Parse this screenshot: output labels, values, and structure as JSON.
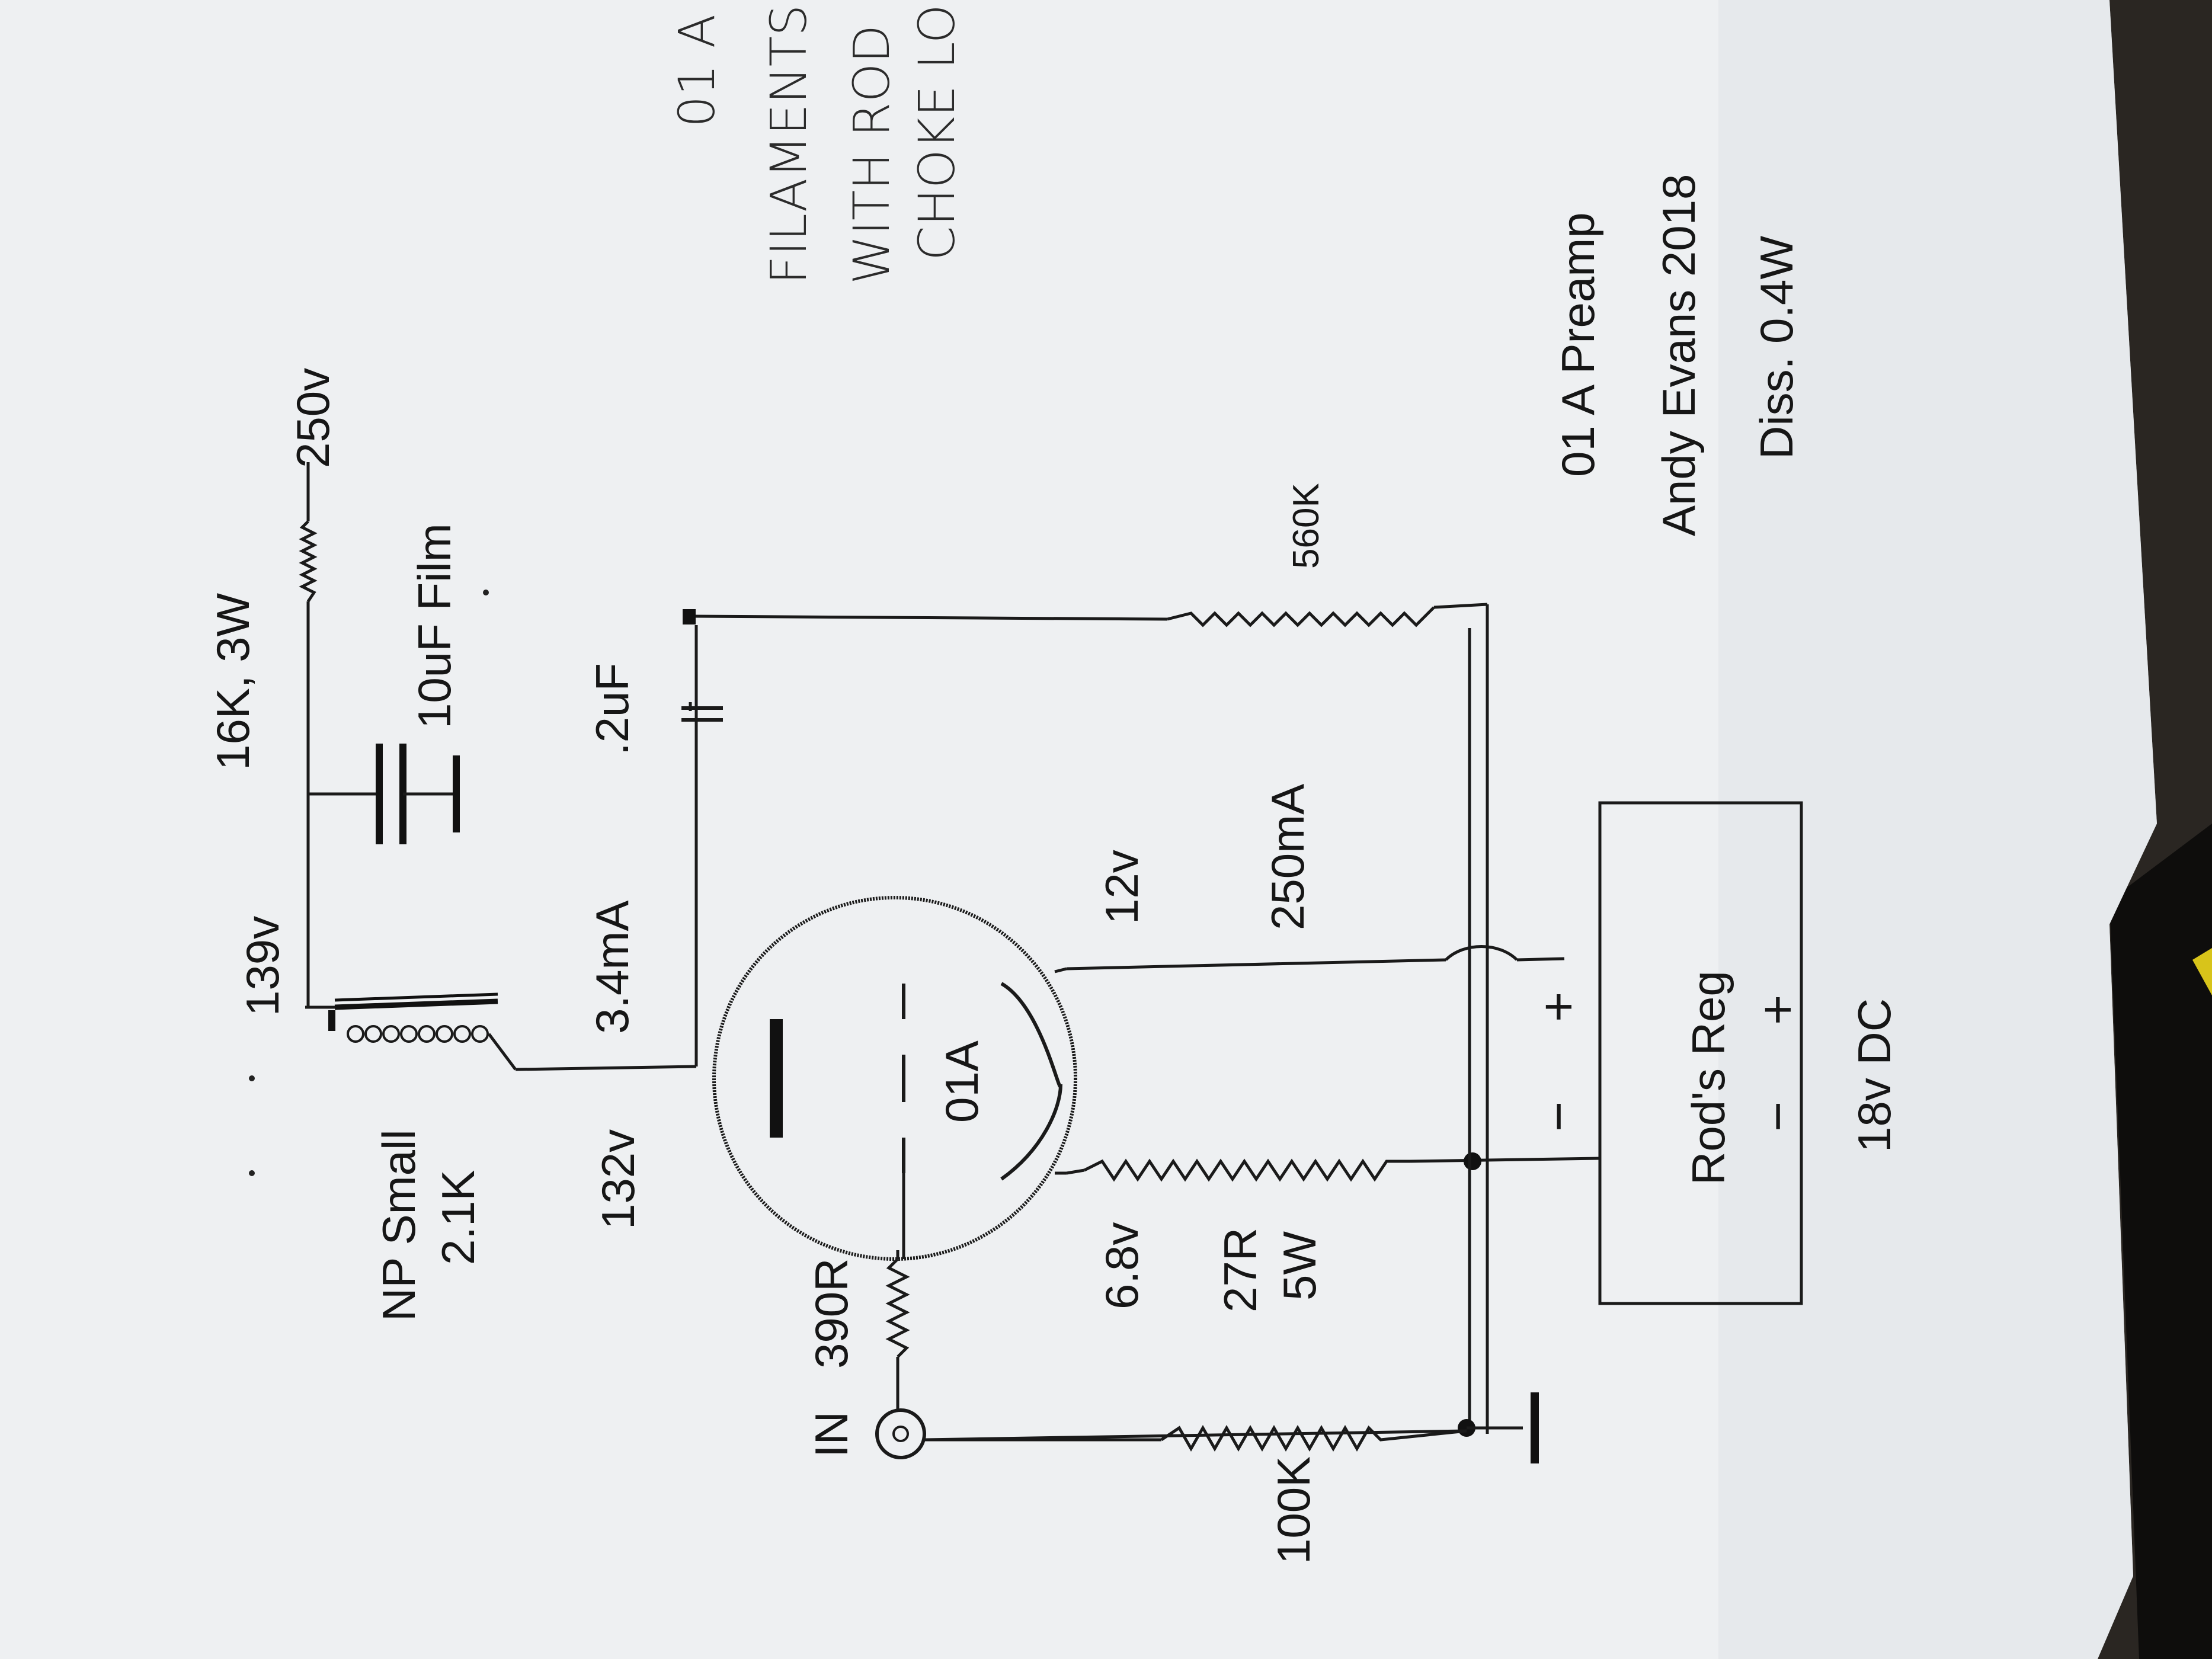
{
  "labels": {
    "v139": "139v",
    "r16k": "16K, 3W",
    "v250": "250v",
    "np_small": "NP Small",
    "np_val": "2.1K",
    "film_cap": "10uF Film",
    "v132": "132v",
    "ma34": "3.4mA",
    "c2uf": ".2uF",
    "tube": "01A",
    "v12": "12v",
    "ma250": "250mA",
    "r560k": "560K",
    "in": "IN",
    "r390": "390R",
    "v68": "6.8v",
    "r27": "27R",
    "w5": "5W",
    "r100k": "100K",
    "reg": "Rod's Reg",
    "minus_top": "−",
    "plus_top": "+",
    "minus_bot": "−",
    "plus_bot": "+",
    "dc18": "18v DC",
    "title": "01 A Preamp",
    "author": "Andy Evans 2018",
    "diss": "Diss. 0.4W"
  },
  "handwritten": {
    "line1": "01 A",
    "line2": "FILAMENTS",
    "line3": "WITH ROD",
    "line4": "CHOKE LO"
  },
  "colors": {
    "paper": "#eef0f2",
    "ink": "#161616",
    "background": "#2a2622",
    "wire_yellow": "#e6d61a",
    "wire_red": "#c0283c"
  }
}
